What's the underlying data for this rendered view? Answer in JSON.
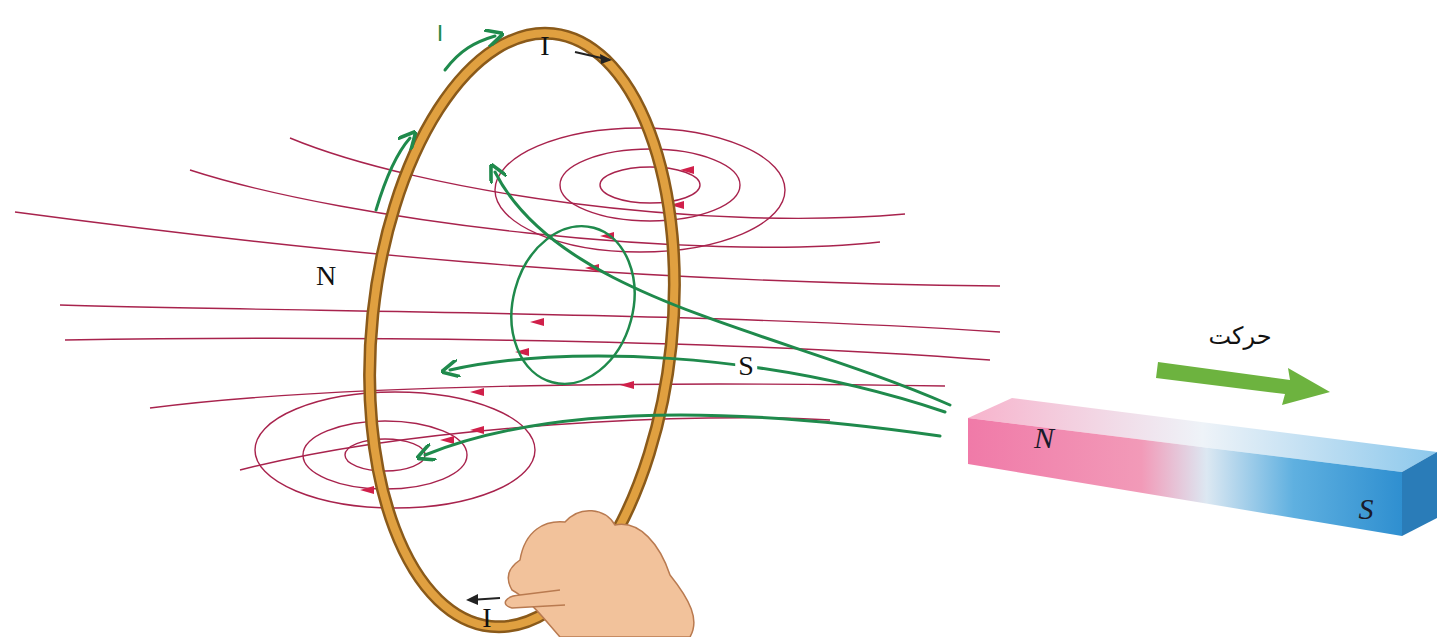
{
  "diagram": {
    "nodes": [
      {
        "text": [
          "N",
          "S"
        ]
      }
    ],
    "labels": [
      "I",
      "I",
      "N",
      "S",
      "حرکت",
      "I"
    ]
  }
}
